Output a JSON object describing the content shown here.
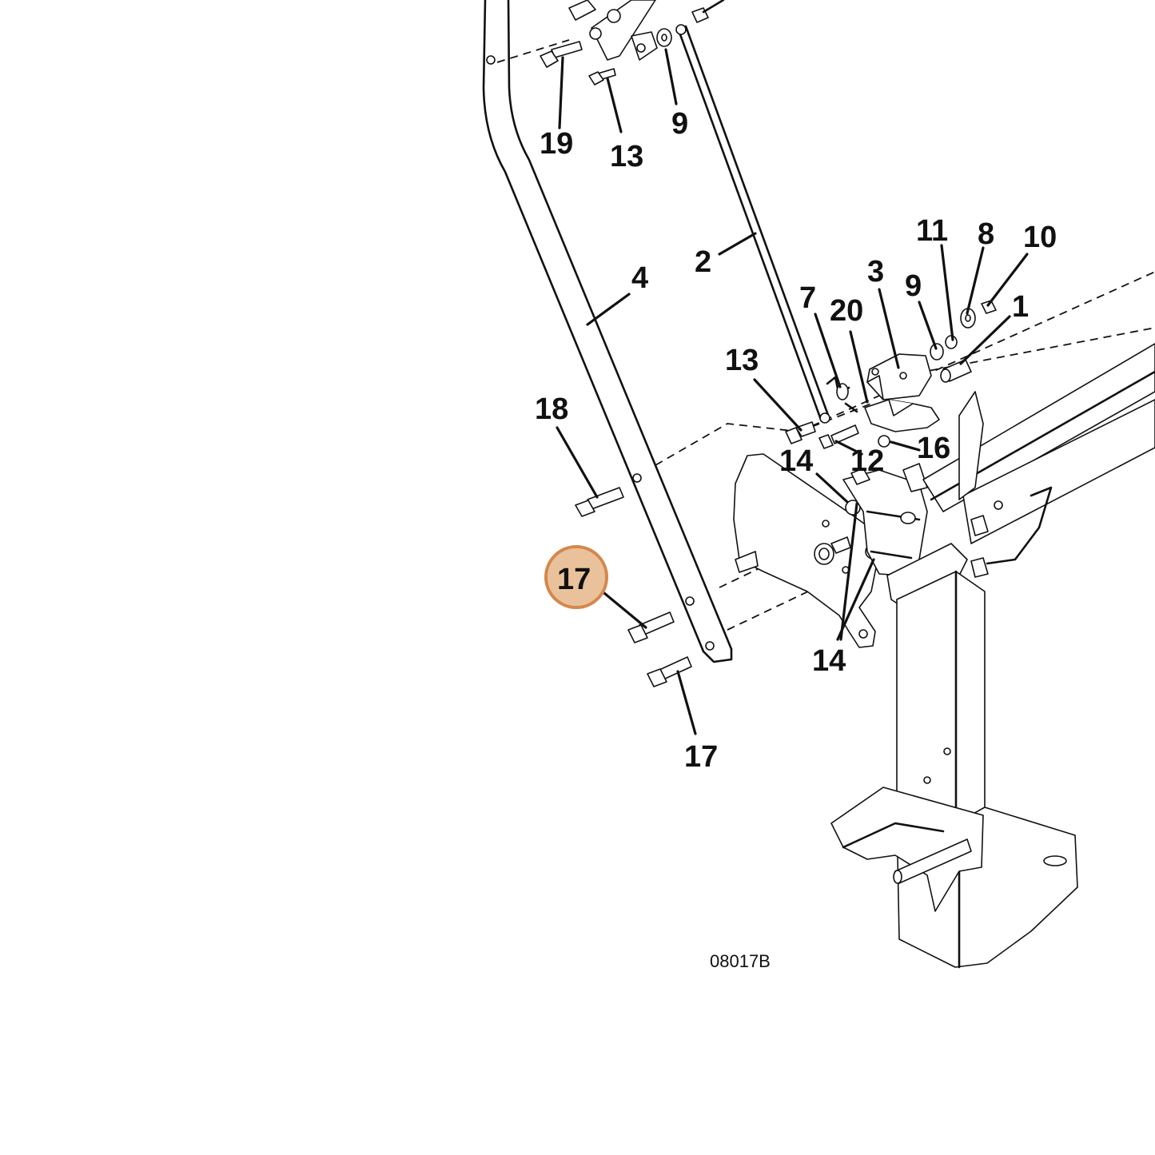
{
  "diagram": {
    "drawing_code": "08017B",
    "highlighted_callout": "17",
    "highlight_color": "#e9c29b",
    "highlight_border_color": "#d4884a",
    "callouts": [
      {
        "id": "c19",
        "label": "19"
      },
      {
        "id": "c13a",
        "label": "13"
      },
      {
        "id": "c9a",
        "label": "9"
      },
      {
        "id": "c2",
        "label": "2"
      },
      {
        "id": "c4",
        "label": "4"
      },
      {
        "id": "c11",
        "label": "11"
      },
      {
        "id": "c8",
        "label": "8"
      },
      {
        "id": "c10",
        "label": "10"
      },
      {
        "id": "c3",
        "label": "3"
      },
      {
        "id": "c9b",
        "label": "9"
      },
      {
        "id": "c7",
        "label": "7"
      },
      {
        "id": "c20",
        "label": "20"
      },
      {
        "id": "c1",
        "label": "1"
      },
      {
        "id": "c13b",
        "label": "13"
      },
      {
        "id": "c18",
        "label": "18"
      },
      {
        "id": "c14a",
        "label": "14"
      },
      {
        "id": "c12",
        "label": "12"
      },
      {
        "id": "c16",
        "label": "16"
      },
      {
        "id": "c17a",
        "label": "17"
      },
      {
        "id": "c14b",
        "label": "14"
      },
      {
        "id": "c17b",
        "label": "17"
      }
    ]
  }
}
